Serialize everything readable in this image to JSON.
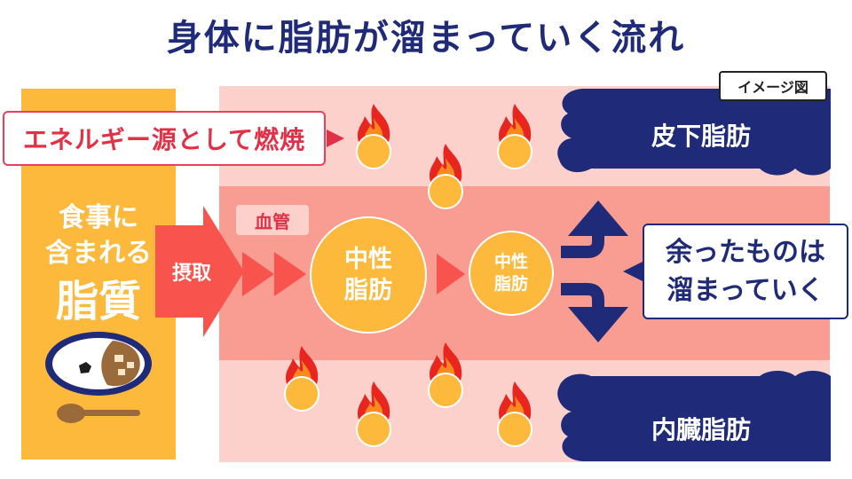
{
  "title": "身体に脂肪が溜まっていく流れ",
  "image_note": "イメージ図",
  "food_panel": {
    "line1": "食事に",
    "line2": "含まれる",
    "line3": "脂質"
  },
  "intake_label": "摂取",
  "energy_callout": "エネルギー源として燃焼",
  "vessel_label": "血管",
  "big_circle": {
    "line1": "中性",
    "line2": "脂肪"
  },
  "small_circle": {
    "line1": "中性",
    "line2": "脂肪"
  },
  "subcutaneous_label": "皮下脂肪",
  "visceral_label": "内臓脂肪",
  "excess_message": {
    "line1": "余ったものは",
    "line2": "溜まっていく"
  },
  "colors": {
    "navy": "#1f2a78",
    "fat_yellow": "#fdb93c",
    "arrow_red": "#f9534e",
    "outer_pink": "#fcd0cb",
    "vessel_pink": "#f99c92",
    "callout_red": "#e03146"
  },
  "icons": [
    "flame-icon",
    "curry-plate-icon",
    "spoon-icon",
    "cloud-shape"
  ]
}
